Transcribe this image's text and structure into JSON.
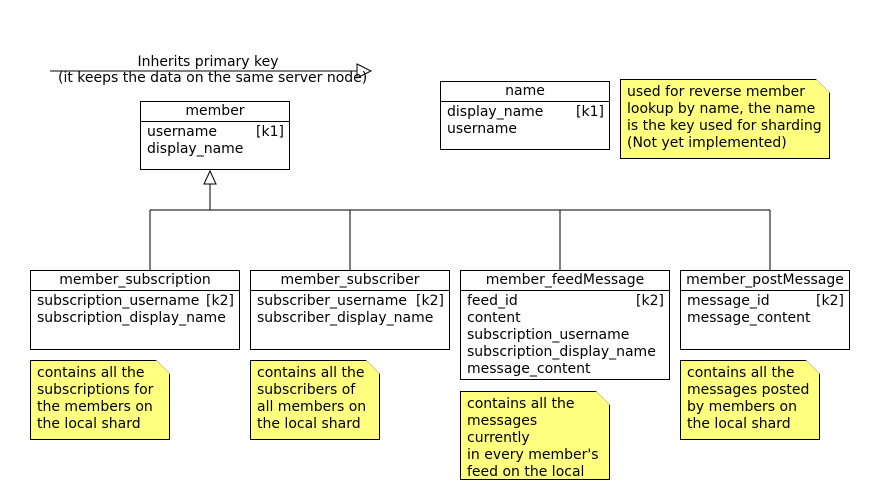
{
  "legend": {
    "line1": "Inherits primary key",
    "line2": "(it keeps the data on the same server node)"
  },
  "entities": {
    "member": {
      "title": "member",
      "rows": [
        {
          "field": "username",
          "key": "[k1]"
        },
        {
          "field": "display_name",
          "key": ""
        }
      ]
    },
    "name": {
      "title": "name",
      "rows": [
        {
          "field": "display_name",
          "key": "[k1]"
        },
        {
          "field": "username",
          "key": ""
        }
      ]
    },
    "member_subscription": {
      "title": "member_subscription",
      "rows": [
        {
          "field": "subscription_username",
          "key": "[k2]"
        },
        {
          "field": "subscription_display_name",
          "key": ""
        }
      ]
    },
    "member_subscriber": {
      "title": "member_subscriber",
      "rows": [
        {
          "field": "subscriber_username",
          "key": "[k2]"
        },
        {
          "field": "subscriber_display_name",
          "key": ""
        }
      ]
    },
    "member_feedMessage": {
      "title": "member_feedMessage",
      "rows": [
        {
          "field": "feed_id",
          "key": "[k2]"
        },
        {
          "field": "content",
          "key": ""
        },
        {
          "field": "subscription_username",
          "key": ""
        },
        {
          "field": "subscription_display_name",
          "key": ""
        },
        {
          "field": "message_content",
          "key": ""
        }
      ]
    },
    "member_postMessage": {
      "title": "member_postMessage",
      "rows": [
        {
          "field": "message_id",
          "key": "[k2]"
        },
        {
          "field": "message_content",
          "key": ""
        }
      ]
    }
  },
  "notes": {
    "name_note": "used for reverse member\nlookup by name, the name\nis the key used for sharding\n(Not yet implemented)",
    "subscription_note": "contains all the\nsubscriptions for\nthe members on\nthe local shard",
    "subscriber_note": "contains all the\nsubscribers of\nall members on\nthe local shard",
    "feed_note": "contains all the\nmessages currently\nin every member's\nfeed on the local\nshard",
    "post_note": "contains all the\nmessages posted\nby members on\nthe local shard"
  },
  "colors": {
    "note_fill": "#ffff80",
    "line": "#000000",
    "background": "#ffffff"
  }
}
